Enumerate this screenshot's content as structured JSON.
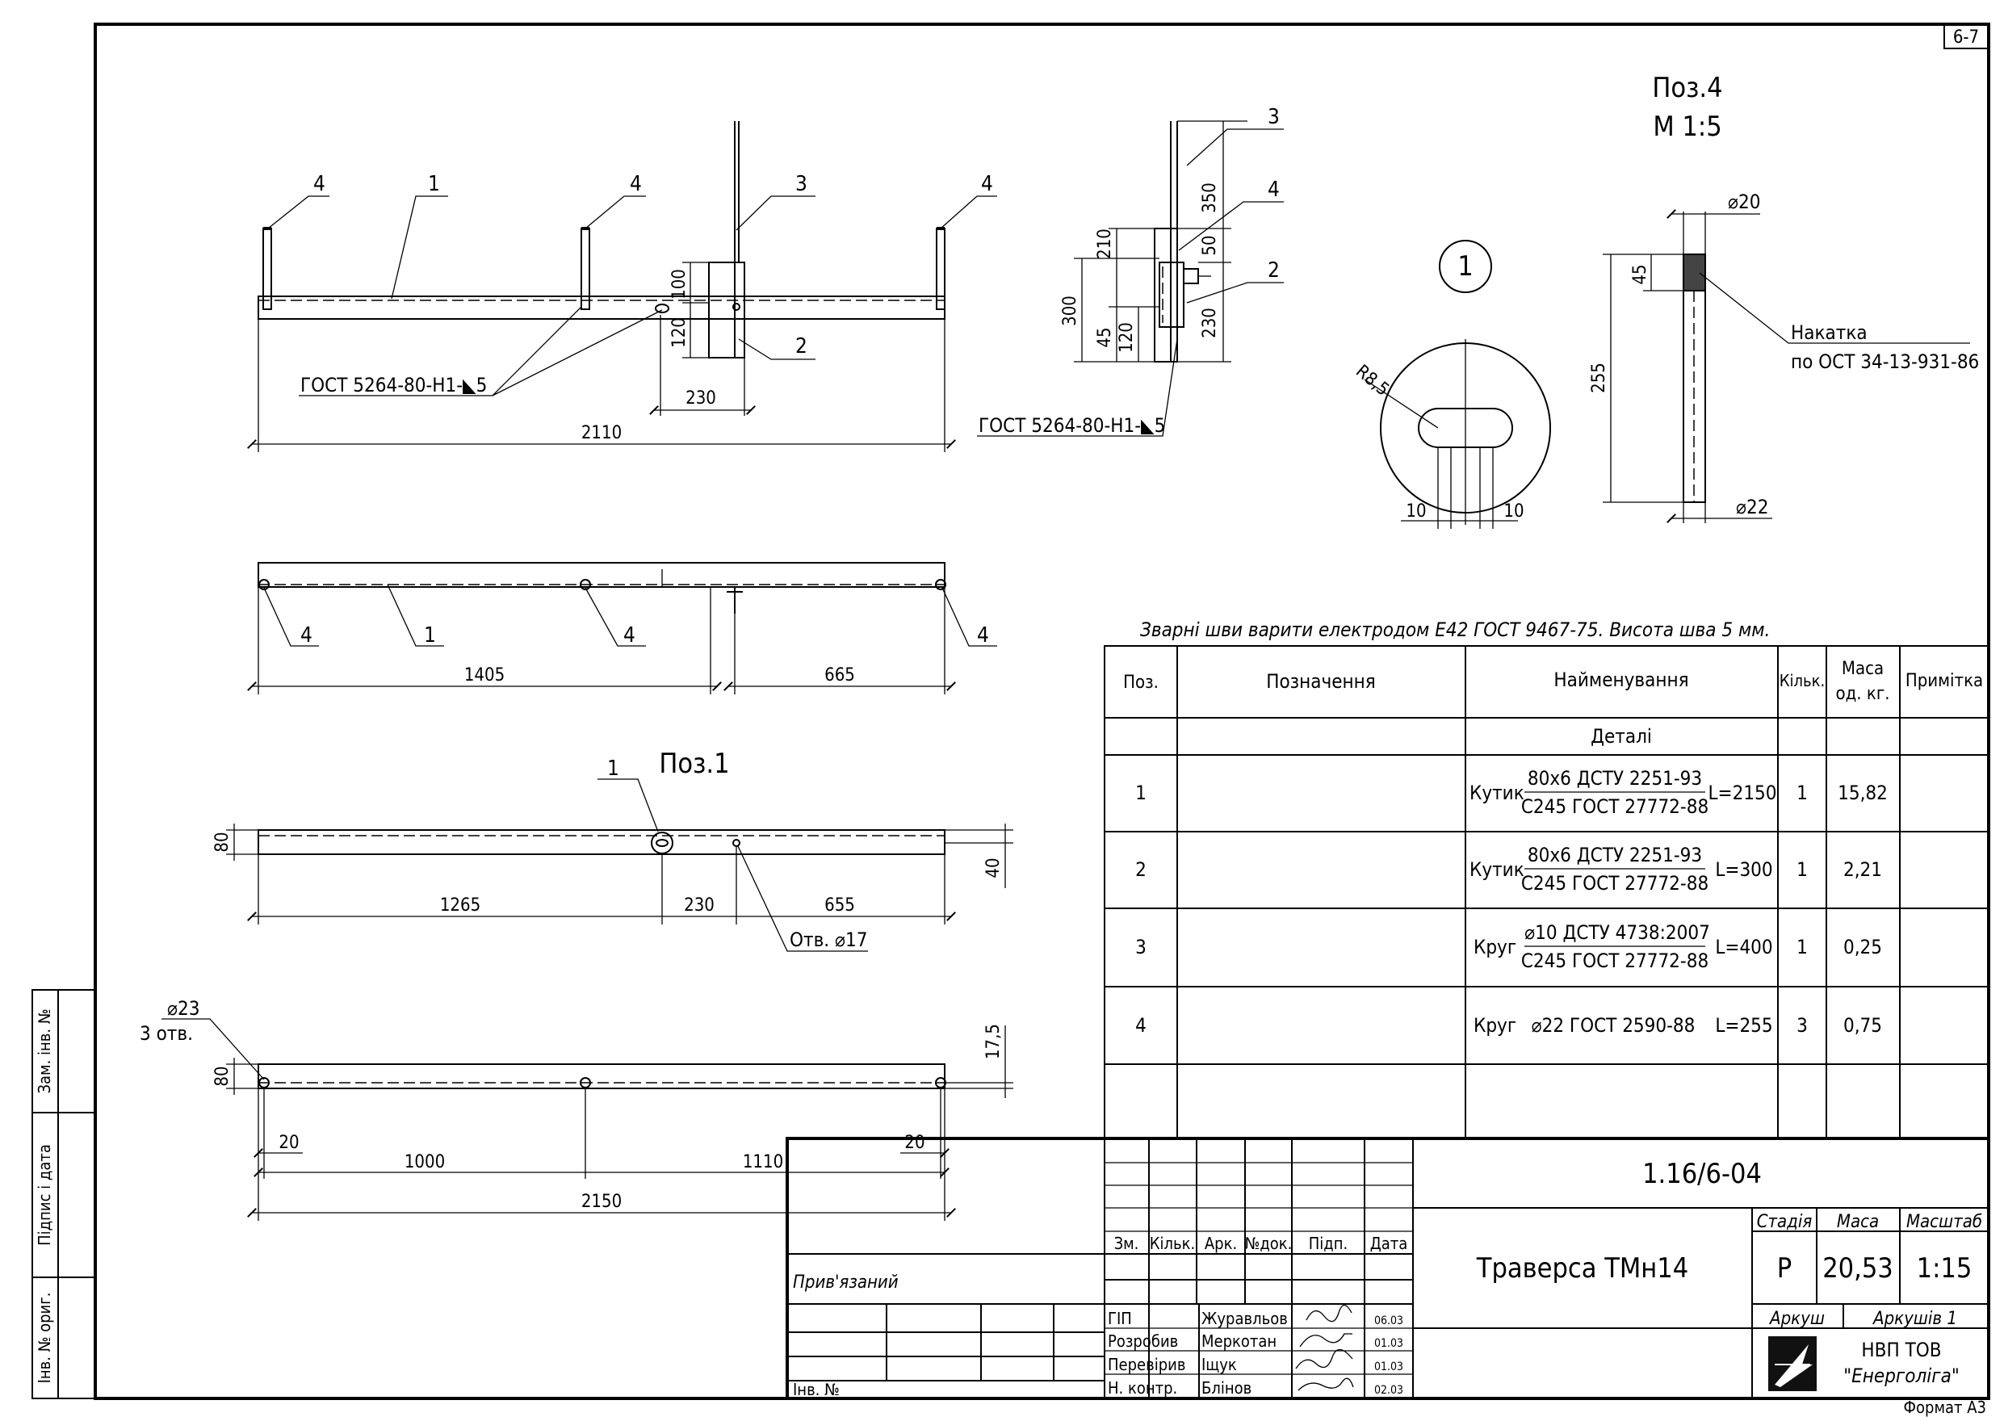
{
  "sheet_number": "6-7",
  "format": "Формат А3",
  "side_stamp": {
    "replaced_inv": "Зам. інв. №",
    "sign_date": "Підпис і дата",
    "original_inv": "Інв. № ориг."
  },
  "views": {
    "front": {
      "callouts": [
        "4",
        "1",
        "4",
        "3",
        "4",
        "2"
      ],
      "weld_note": "ГОСТ 5264-80-Н1-◣5",
      "dims": {
        "d100": "100",
        "d120": "120",
        "d230": "230",
        "d2110": "2110"
      }
    },
    "side": {
      "callouts": [
        "3",
        "4",
        "2"
      ],
      "dims": {
        "d350": "350",
        "d50": "50",
        "d230": "230",
        "d210": "210",
        "d300": "300",
        "d45": "45",
        "d120": "120"
      },
      "weld_note": "ГОСТ 5264-80-Н1-◣5"
    },
    "plan": {
      "callouts": [
        "4",
        "1",
        "4",
        "4"
      ],
      "dims": {
        "d1405": "1405",
        "d665": "665"
      }
    },
    "pos1": {
      "title": "Поз.1",
      "callout": "1",
      "dims": {
        "d80a": "80",
        "d40": "40",
        "d1265": "1265",
        "d230": "230",
        "d655": "655",
        "d80b": "80",
        "d17_5": "17,5",
        "d20a": "20",
        "d1000": "1000",
        "d1110": "1110",
        "d20b": "20",
        "d2150": "2150"
      },
      "hole_note": "Отв. ⌀17",
      "holes_note_1": "⌀23",
      "holes_note_2": "3 отв."
    },
    "plate": {
      "callout": "1",
      "radius": "R8,5",
      "dim_left": "10",
      "dim_right": "10"
    },
    "pos4": {
      "title": "Поз.4",
      "scale": "М 1:5",
      "d_top": "⌀20",
      "d_bottom": "⌀22",
      "d45": "45",
      "d255": "255",
      "knurl_1": "Накатка",
      "knurl_2": "по ОСТ 34-13-931-86"
    }
  },
  "weld_instruction": "Зварні шви варити електродом Е42 ГОСТ 9467-75. Висота шва 5 мм.",
  "spec": {
    "headers": {
      "pos": "Поз.",
      "designation": "Позначення",
      "name": "Найменування",
      "qty": "Кільк.",
      "mass_1": "Маса",
      "mass_2": "од. кг.",
      "note": "Примітка"
    },
    "section": "Деталі",
    "rows": [
      {
        "pos": "1",
        "type": "Кутик",
        "top": "80х6 ДСТУ 2251-93",
        "bottom": "С245 ГОСТ 27772-88",
        "length": "L=2150",
        "qty": "1",
        "mass": "15,82"
      },
      {
        "pos": "2",
        "type": "Кутик",
        "top": "80х6 ДСТУ 2251-93",
        "bottom": "С245 ГОСТ 27772-88",
        "length": "L=300",
        "qty": "1",
        "mass": "2,21"
      },
      {
        "pos": "3",
        "type": "Круг",
        "top": "⌀10 ДСТУ 4738:2007",
        "bottom": "С245 ГОСТ 27772-88",
        "length": "L=400",
        "qty": "1",
        "mass": "0,25"
      },
      {
        "pos": "4",
        "type": "Круг",
        "single": "⌀22 ГОСТ 2590-88",
        "length": "L=255",
        "qty": "3",
        "mass": "0,75"
      }
    ]
  },
  "title_block": {
    "code": "1.16/6-04",
    "title": "Траверса ТМн14",
    "labels": {
      "stage": "Стадія",
      "mass": "Маса",
      "scale": "Масштаб",
      "sheet": "Аркуш",
      "sheets": "Аркушів 1"
    },
    "values": {
      "stage": "Р",
      "mass": "20,53",
      "scale": "1:15"
    },
    "columns": {
      "zm": "Зм.",
      "kil": "Кільк.",
      "ark": "Арк.",
      "ndoc": "№док.",
      "pidp": "Підп.",
      "data": "Дата"
    },
    "people": [
      {
        "role": "ГІП",
        "name": "Журавльов",
        "date": "06.03"
      },
      {
        "role": "Розробив",
        "name": "Меркотан",
        "date": "01.03"
      },
      {
        "role": "Перевірив",
        "name": "Іщук",
        "date": "01.03"
      },
      {
        "role": "Н. контр.",
        "name": "Блінов",
        "date": "02.03"
      }
    ],
    "linked": "Прив'язаний",
    "inv": "Інв. №",
    "company_1": "НВП ТОВ",
    "company_2": "\"Енерголіга\""
  }
}
